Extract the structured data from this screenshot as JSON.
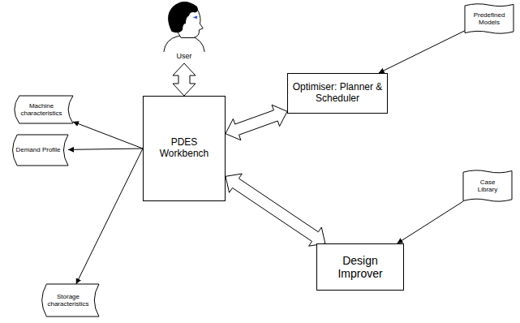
{
  "diagram": {
    "nodes": [
      {
        "text": [
          "User"
        ]
      },
      {
        "text": [
          "Predefined Models"
        ]
      },
      {
        "text": [
          "Machine characteristics"
        ]
      },
      {
        "text": [
          "Optimiser: Planner & Scheduler"
        ]
      },
      {
        "text": [
          "Case Library"
        ]
      },
      {
        "text": [
          "PDES Workbench"
        ]
      },
      {
        "text": [
          "Demand Profile"
        ]
      },
      {
        "text": [
          "Design Improver"
        ]
      },
      {
        "text": [
          "Storage characteristics"
        ]
      }
    ],
    "edges": [
      {
        "from": 0,
        "to": 5,
        "arrow": "both"
      },
      {
        "from": 5,
        "to": 2,
        "arrow": "to"
      },
      {
        "from": 5,
        "to": 6,
        "arrow": "to"
      },
      {
        "from": 5,
        "to": 8,
        "arrow": "to"
      },
      {
        "from": 5,
        "to": 3,
        "arrow": "both"
      },
      {
        "from": 5,
        "to": 7,
        "arrow": "both"
      },
      {
        "from": 1,
        "to": 3,
        "arrow": "to"
      },
      {
        "from": 4,
        "to": 7,
        "arrow": "to"
      }
    ]
  }
}
